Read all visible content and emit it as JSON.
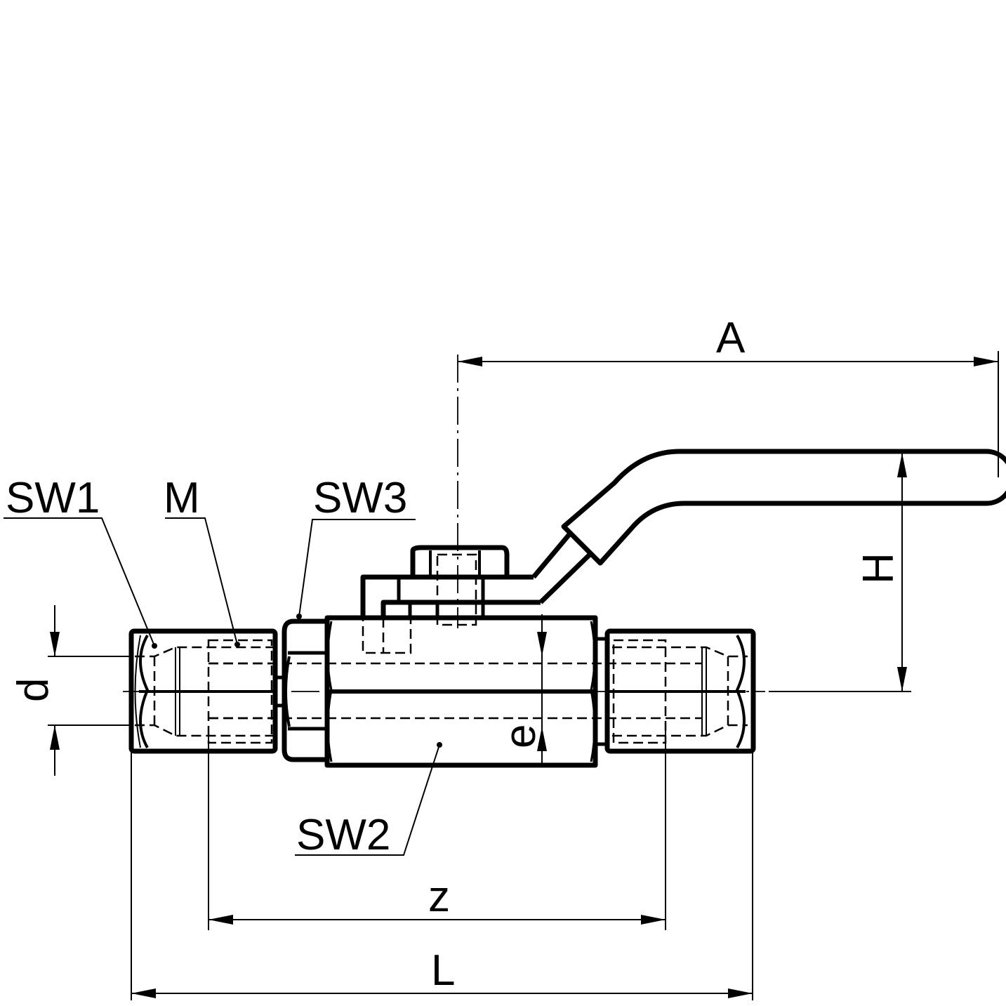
{
  "drawing": {
    "labels": {
      "sw1": "SW1",
      "m": "M",
      "sw3": "SW3",
      "sw2": "SW2"
    },
    "dimensions": {
      "a": "A",
      "h": "H",
      "d": "d",
      "e": "e",
      "z": "z",
      "l": "L"
    },
    "colors": {
      "line": "#000000",
      "background": "#ffffff"
    }
  }
}
